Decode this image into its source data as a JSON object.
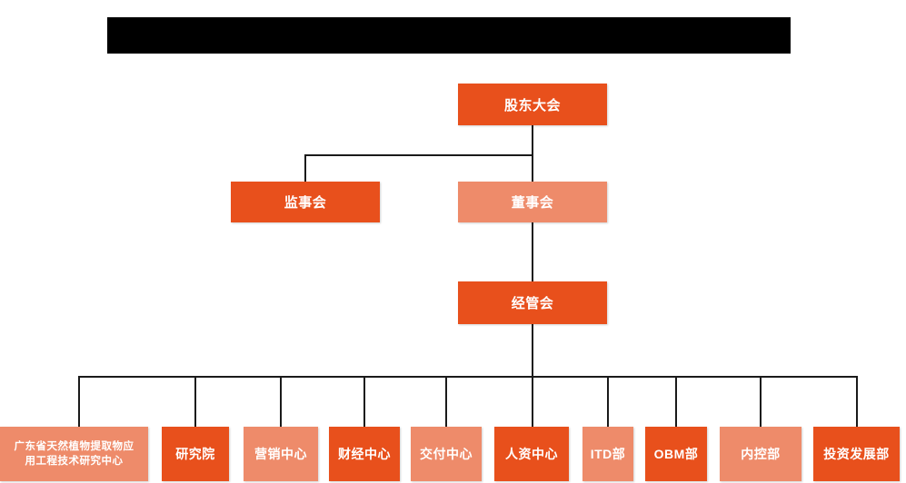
{
  "banner": {
    "text": "",
    "color": "#000000"
  },
  "colors": {
    "dark_orange": "#E8501C",
    "light_orange": "#EE8B6A",
    "line": "#1a1a1a",
    "background": "#FFFFFF",
    "text": "#FFFFFF"
  },
  "chart_type": "org-chart",
  "nodes": {
    "shareholders_meeting": {
      "label": "股东大会",
      "shade": "dark",
      "level": 1
    },
    "board_of_supervisors": {
      "label": "监事会",
      "shade": "dark",
      "level": 2
    },
    "board_of_directors": {
      "label": "董事会",
      "shade": "light",
      "level": 2
    },
    "management_committee": {
      "label": "经管会",
      "shade": "dark",
      "level": 3
    }
  },
  "departments": [
    {
      "label_line1": "广东省天然植物提取物应",
      "label_line2": "用工程技术研究中心",
      "shade": "light"
    },
    {
      "label": "研究院",
      "shade": "dark"
    },
    {
      "label": "营销中心",
      "shade": "light"
    },
    {
      "label": "财经中心",
      "shade": "dark"
    },
    {
      "label": "交付中心",
      "shade": "light"
    },
    {
      "label": "人资中心",
      "shade": "dark"
    },
    {
      "label": "ITD部",
      "shade": "light"
    },
    {
      "label": "OBM部",
      "shade": "dark"
    },
    {
      "label": "内控部",
      "shade": "light"
    },
    {
      "label": "投资发展部",
      "shade": "dark"
    }
  ]
}
